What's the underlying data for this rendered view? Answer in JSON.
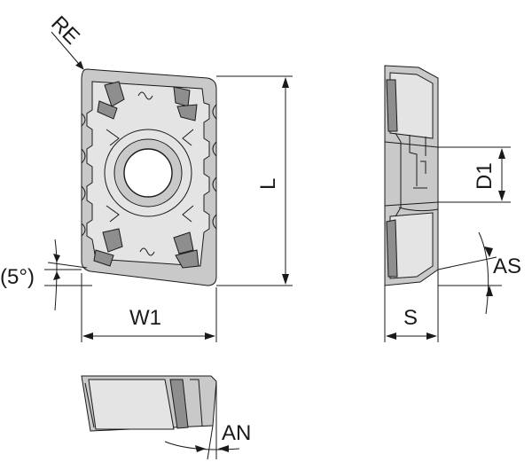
{
  "labels": {
    "re": "RE",
    "l": "L",
    "angle_5": "(5°)",
    "w1": "W1",
    "d1": "D1",
    "as": "AS",
    "s": "S",
    "an": "AN"
  }
}
